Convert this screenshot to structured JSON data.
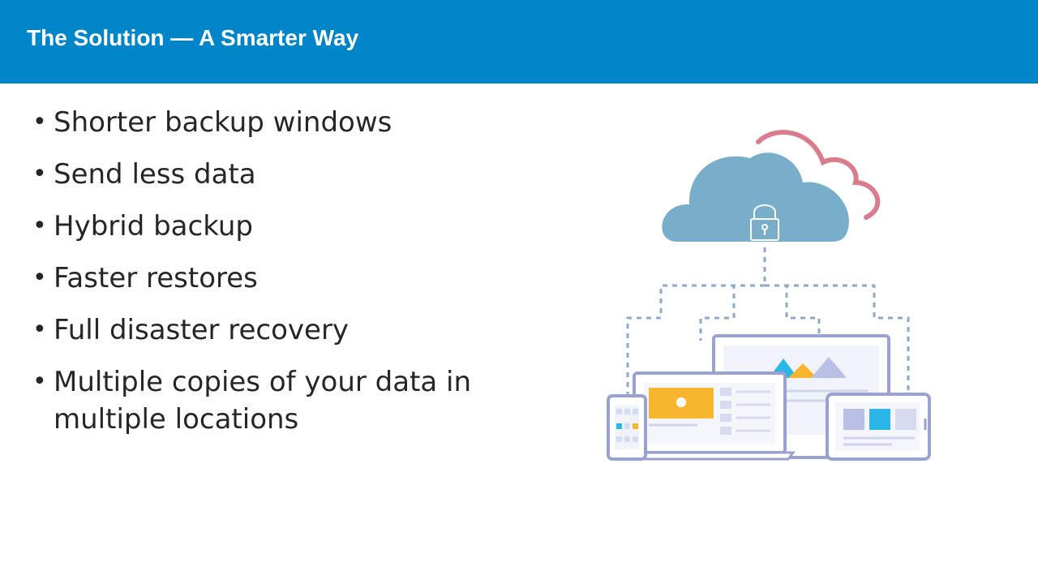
{
  "slide": {
    "title": "The Solution — A Smarter Way",
    "bullets": [
      "Shorter backup windows",
      "Send less data",
      "Hybrid backup",
      "Faster restores",
      "Full disaster recovery",
      "Multiple copies of your data in multiple locations"
    ],
    "bullet_symbol": "•"
  },
  "illustration": {
    "icons": [
      "cloud-icon",
      "padlock-icon",
      "phone-icon",
      "laptop-icon",
      "monitor-icon",
      "tablet-icon"
    ],
    "colors": {
      "title_bar": "#0085c9",
      "cloud": "#79aecb",
      "cloud_outline": "#d97d8c",
      "device_outline": "#9aa3cf",
      "connector": "#8fa8cf",
      "accent_orange": "#f7b62e",
      "accent_blue": "#2ab6e6"
    }
  }
}
